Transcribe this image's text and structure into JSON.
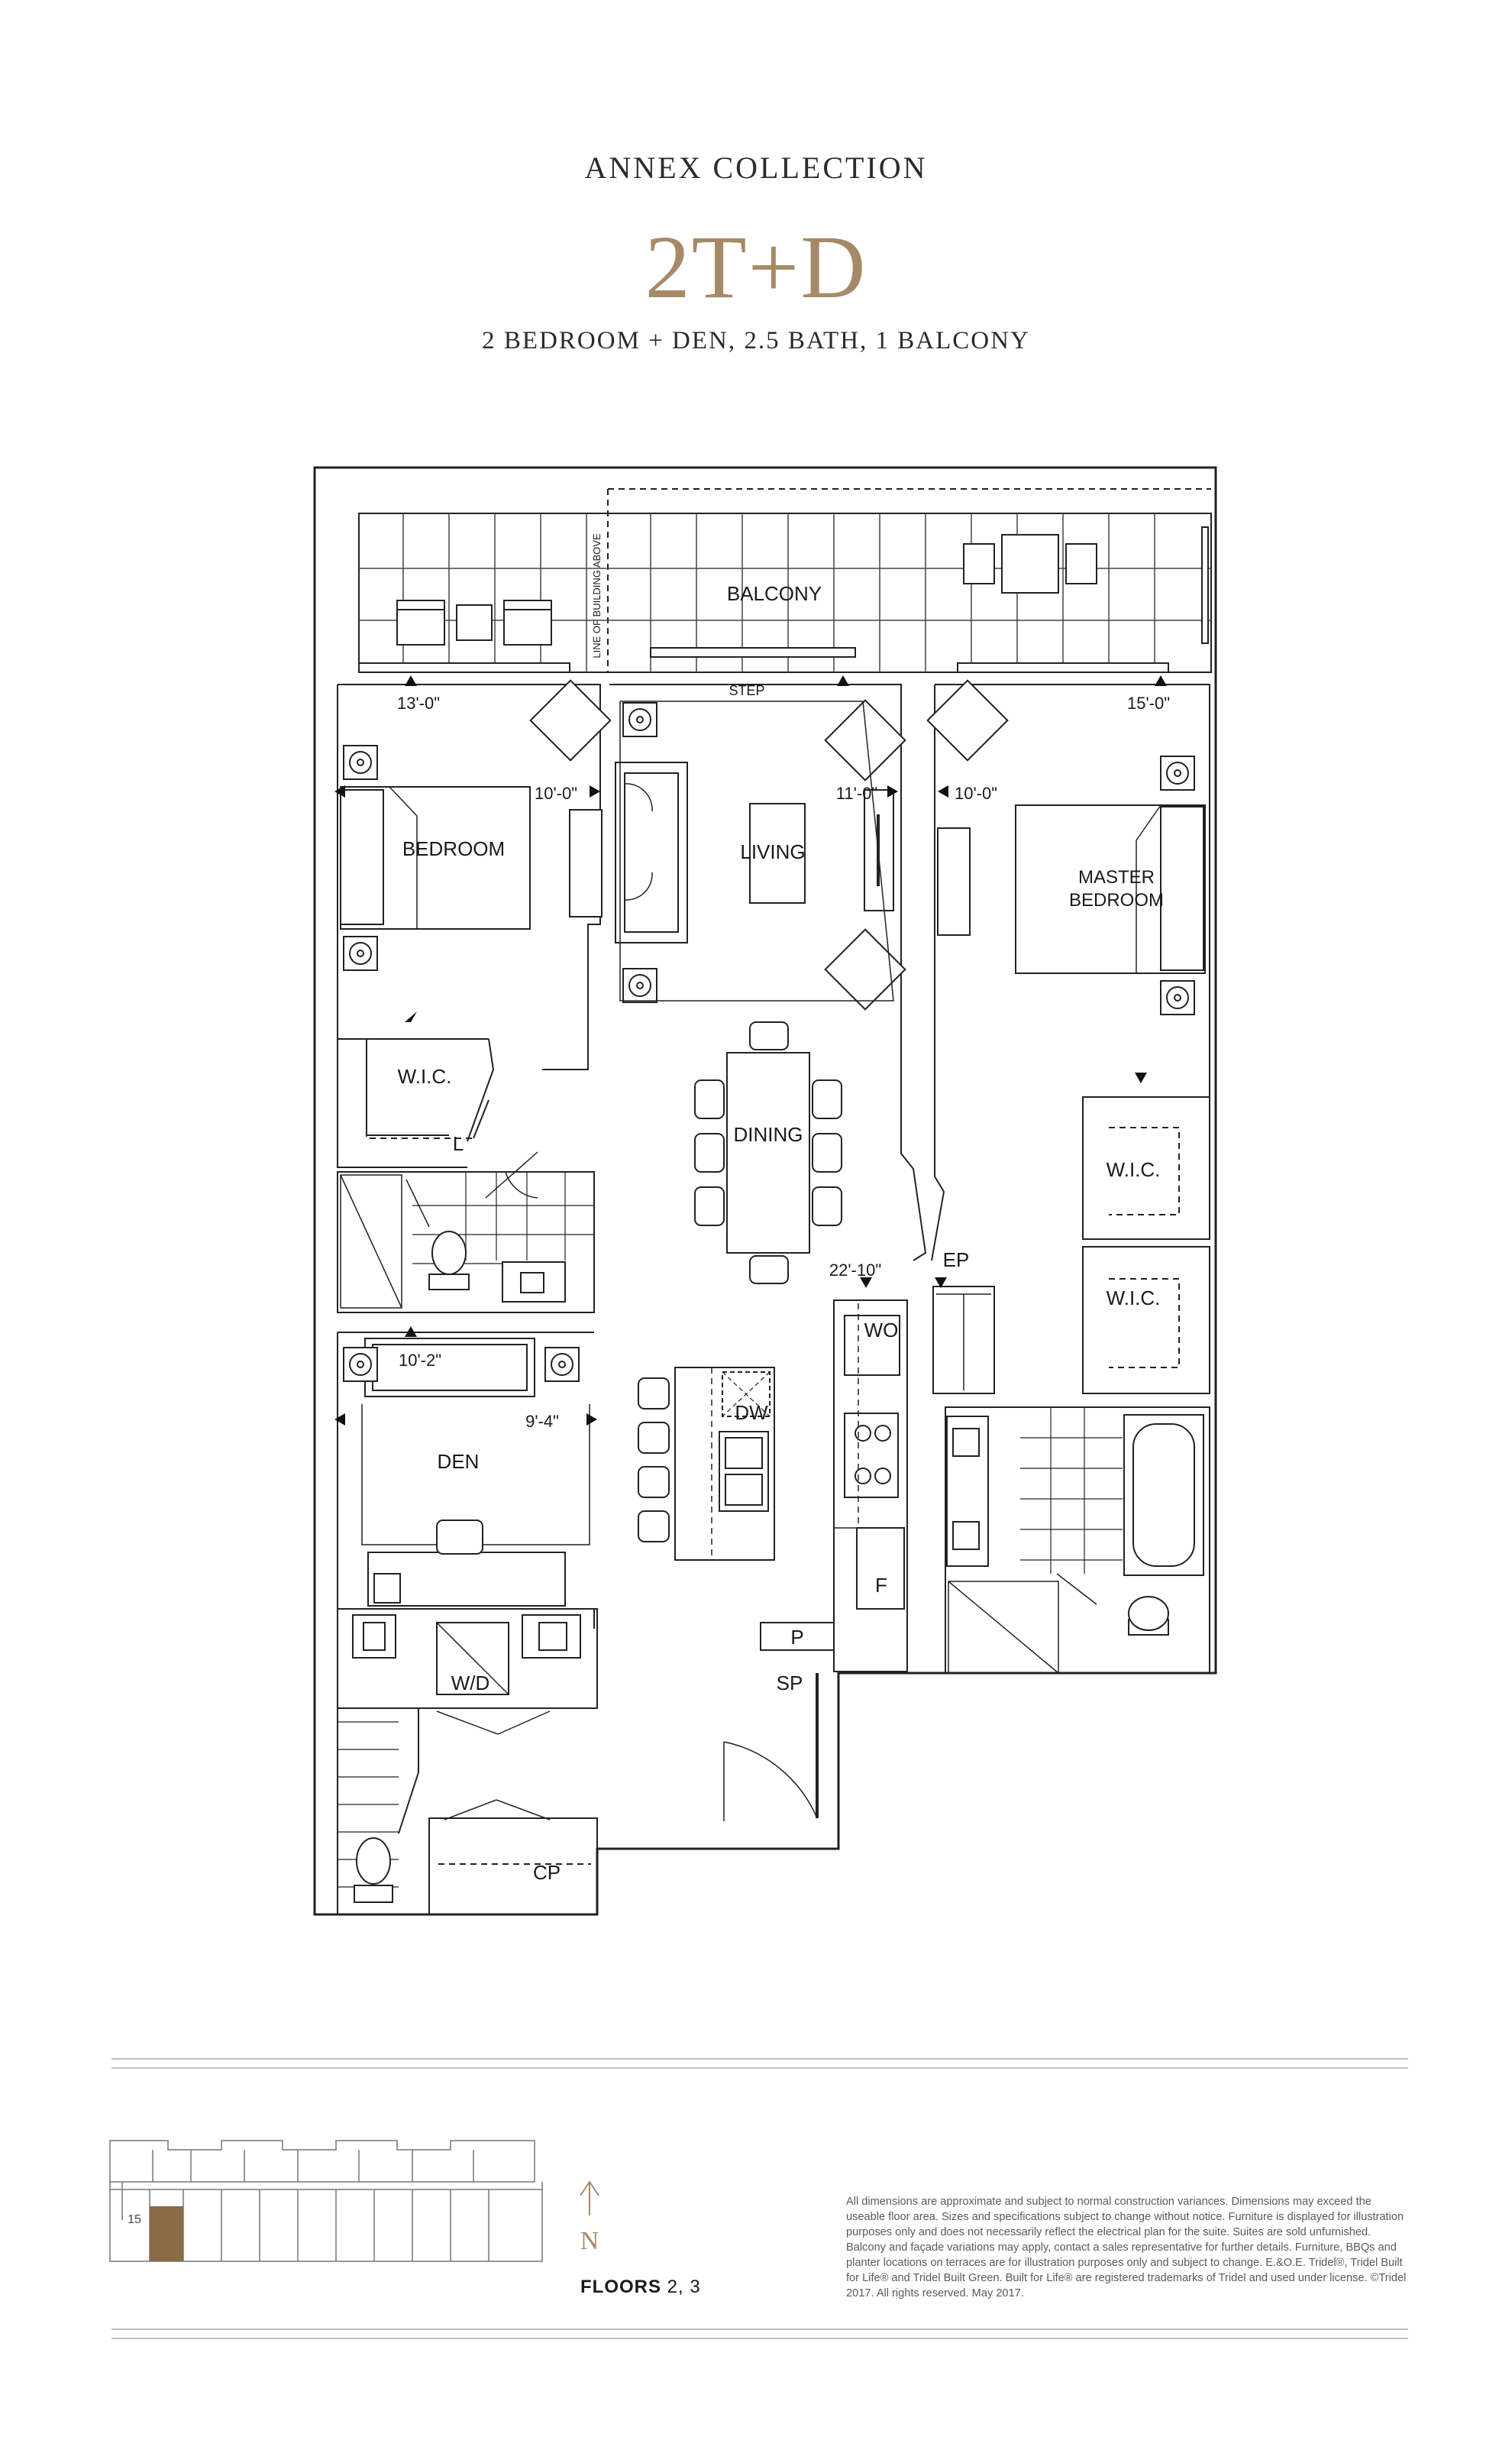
{
  "header": {
    "collection": "ANNEX COLLECTION",
    "unit_name": "2T+D",
    "description": "2 BEDROOM + DEN, 2.5 BATH, 1 BALCONY"
  },
  "plan": {
    "balcony": "BALCONY",
    "line_of_building": "LINE OF BUILDING ABOVE",
    "step": "STEP",
    "bedroom": "BEDROOM",
    "living": "LIVING",
    "master_bedroom_1": "MASTER",
    "master_bedroom_2": "BEDROOM",
    "wic_1": "W.I.C.",
    "wic_2": "W.I.C.",
    "wic_3": "W.I.C.",
    "linen": "L",
    "dining": "DINING",
    "ep": "EP",
    "wo": "WO",
    "den": "DEN",
    "dw": "DW",
    "fridge": "F",
    "pantry": "P",
    "sp": "SP",
    "wd": "W/D",
    "cp": "CP",
    "dim_bed_w": "13'-0\"",
    "dim_bed_d": "10'-0\"",
    "dim_living_w": "11'-0\"",
    "dim_master_w": "15'-0\"",
    "dim_master_d": "10'-0\"",
    "dim_dining": "22'-10\"",
    "dim_den_w": "10'-2\"",
    "dim_den_d": "9'-4\""
  },
  "keyplan": {
    "suite_number": "15",
    "north_label": "N"
  },
  "footer": {
    "floors_label": "FLOORS",
    "floors_value": "2, 3",
    "disclaimer": "All dimensions are approximate and subject to normal construction variances. Dimensions may exceed the useable floor area. Sizes and specifications subject to change without notice. Furniture is displayed for illustration purposes only and does not necessarily reflect the electrical plan for the suite. Suites are sold unfurnished. Balcony and façade variations may apply, contact a sales representative for further details. Furniture, BBQs and planter locations on terraces are for illustration purposes only and subject to change. E.&O.E. Tridel®, Tridel Built for Life® and Tridel Built Green. Built for Life® are registered trademarks of Tridel and used under license. ©Tridel 2017. All rights reserved. May 2017."
  },
  "colors": {
    "accent": "#a68a68",
    "suite_highlight": "#8b6a45",
    "rule": "#c6c1b0"
  }
}
